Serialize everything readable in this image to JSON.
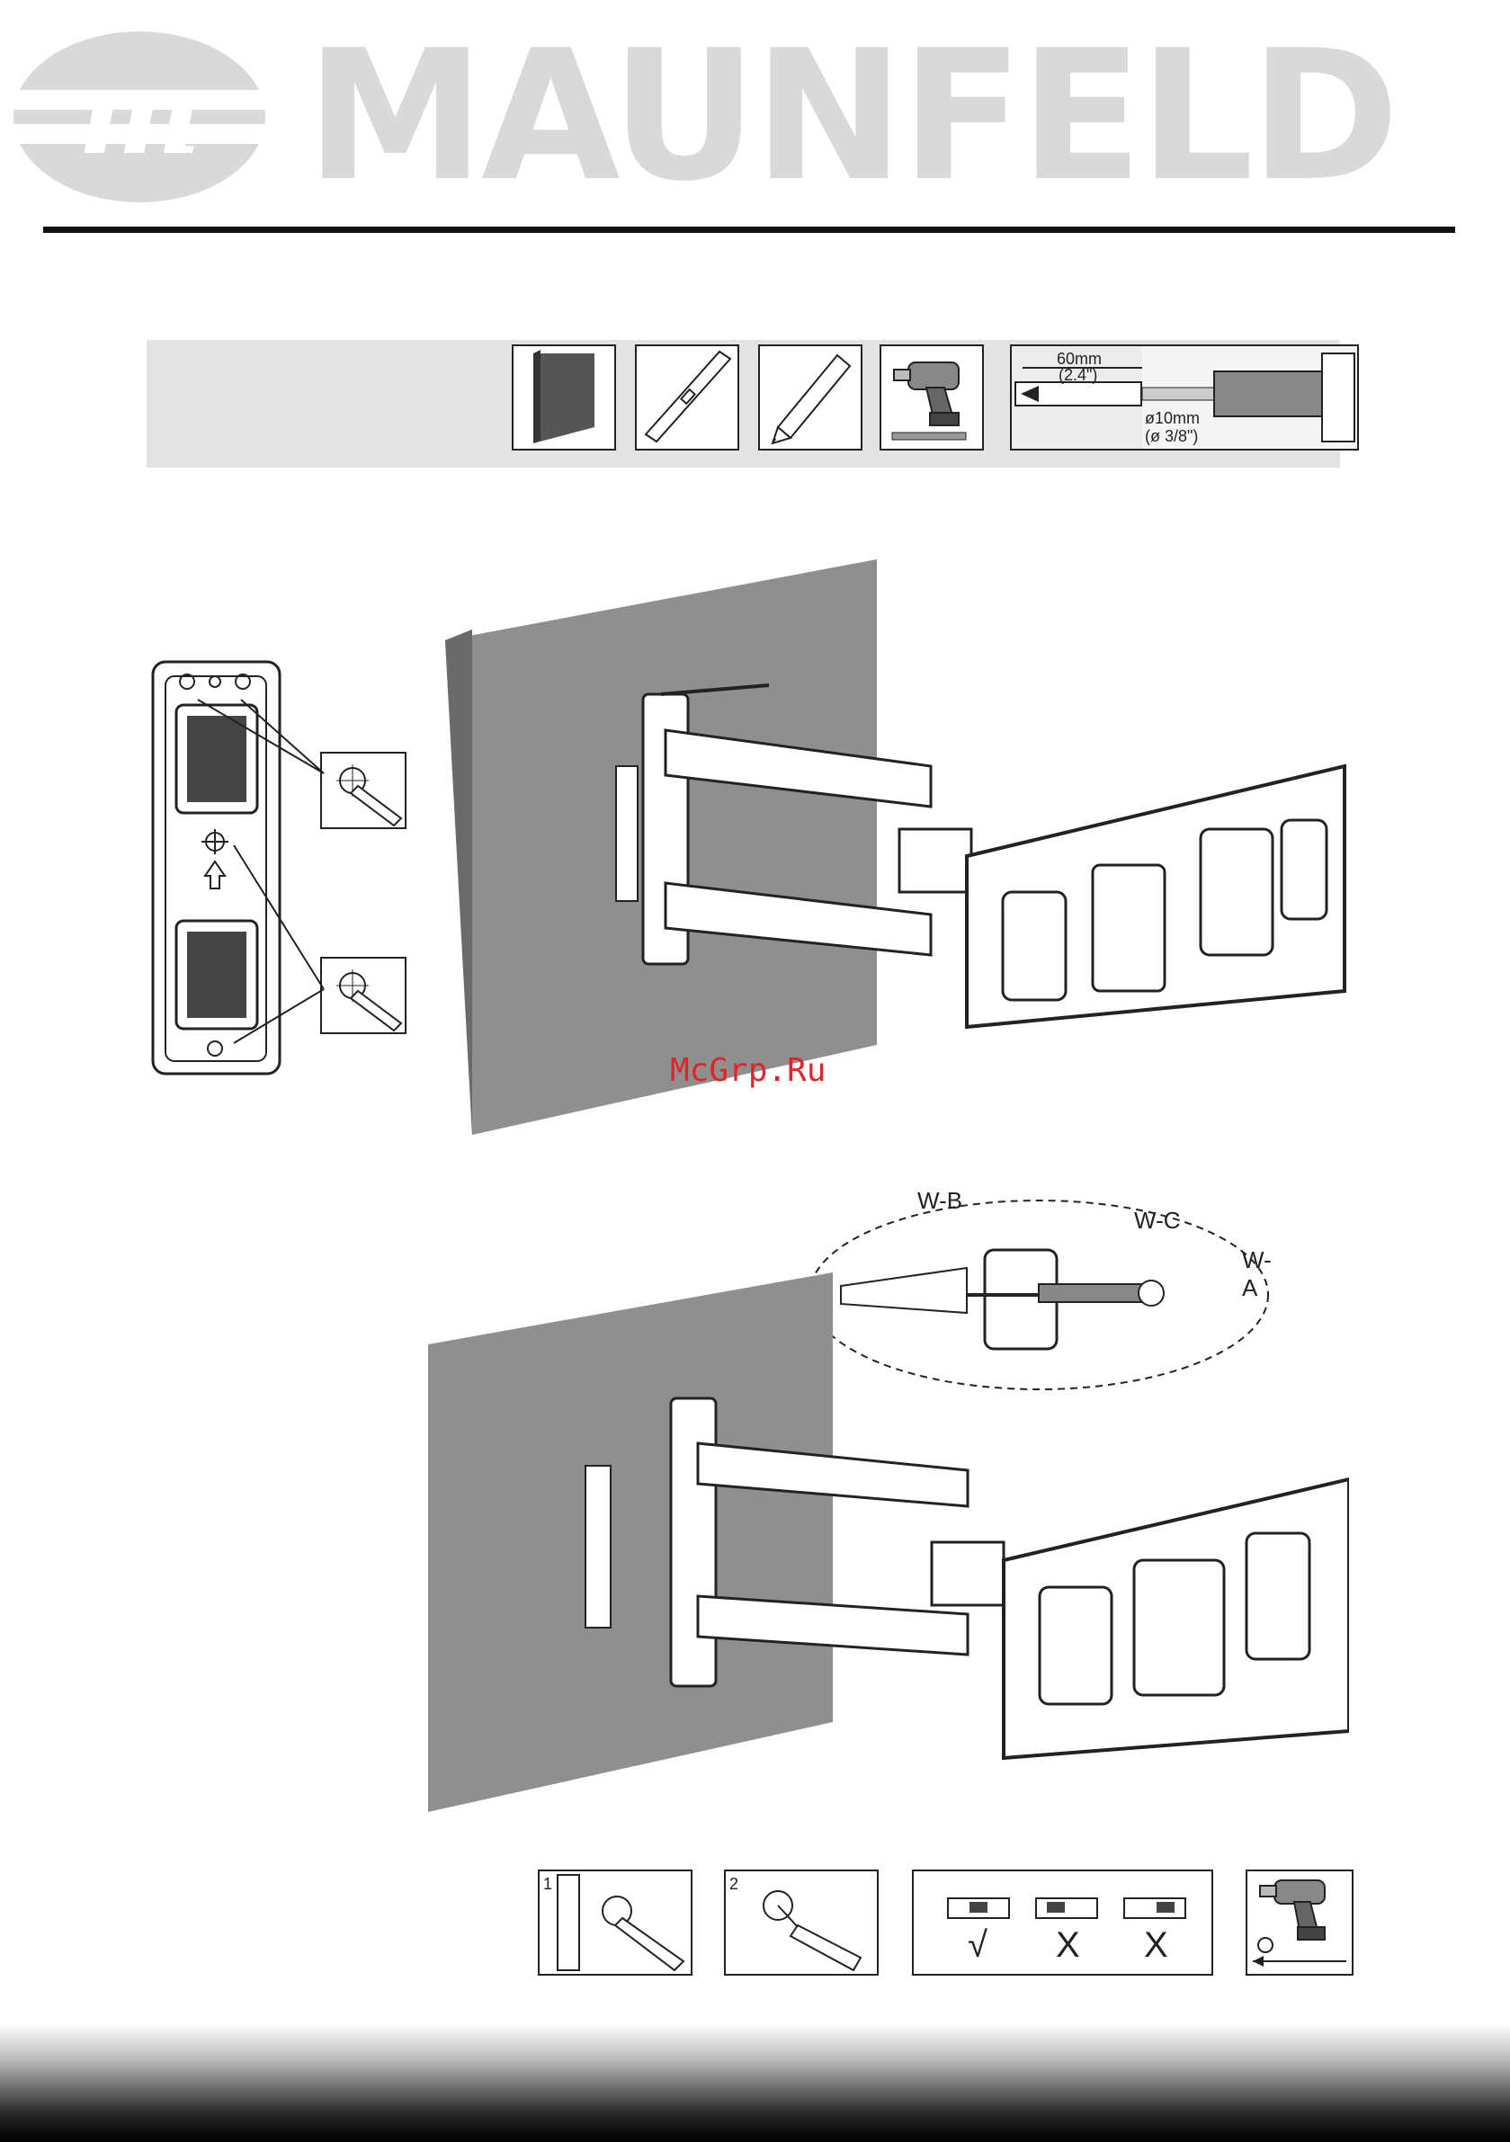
{
  "header": {
    "brand": "MAUNFELD"
  },
  "tools_strip": {
    "drill_depth": "60mm",
    "drill_depth_in": "(2.4\")",
    "drill_diameter": "ø10mm",
    "drill_diameter_in": "(ø 3/8\")"
  },
  "watermark": "McGrp.Ru",
  "hardware_labels": {
    "wb": "W-B",
    "wc": "W-C",
    "wa": "W-A"
  },
  "steps": {
    "step1": "1",
    "step2": "2",
    "check": "√",
    "cross1": "X",
    "cross2": "X"
  }
}
